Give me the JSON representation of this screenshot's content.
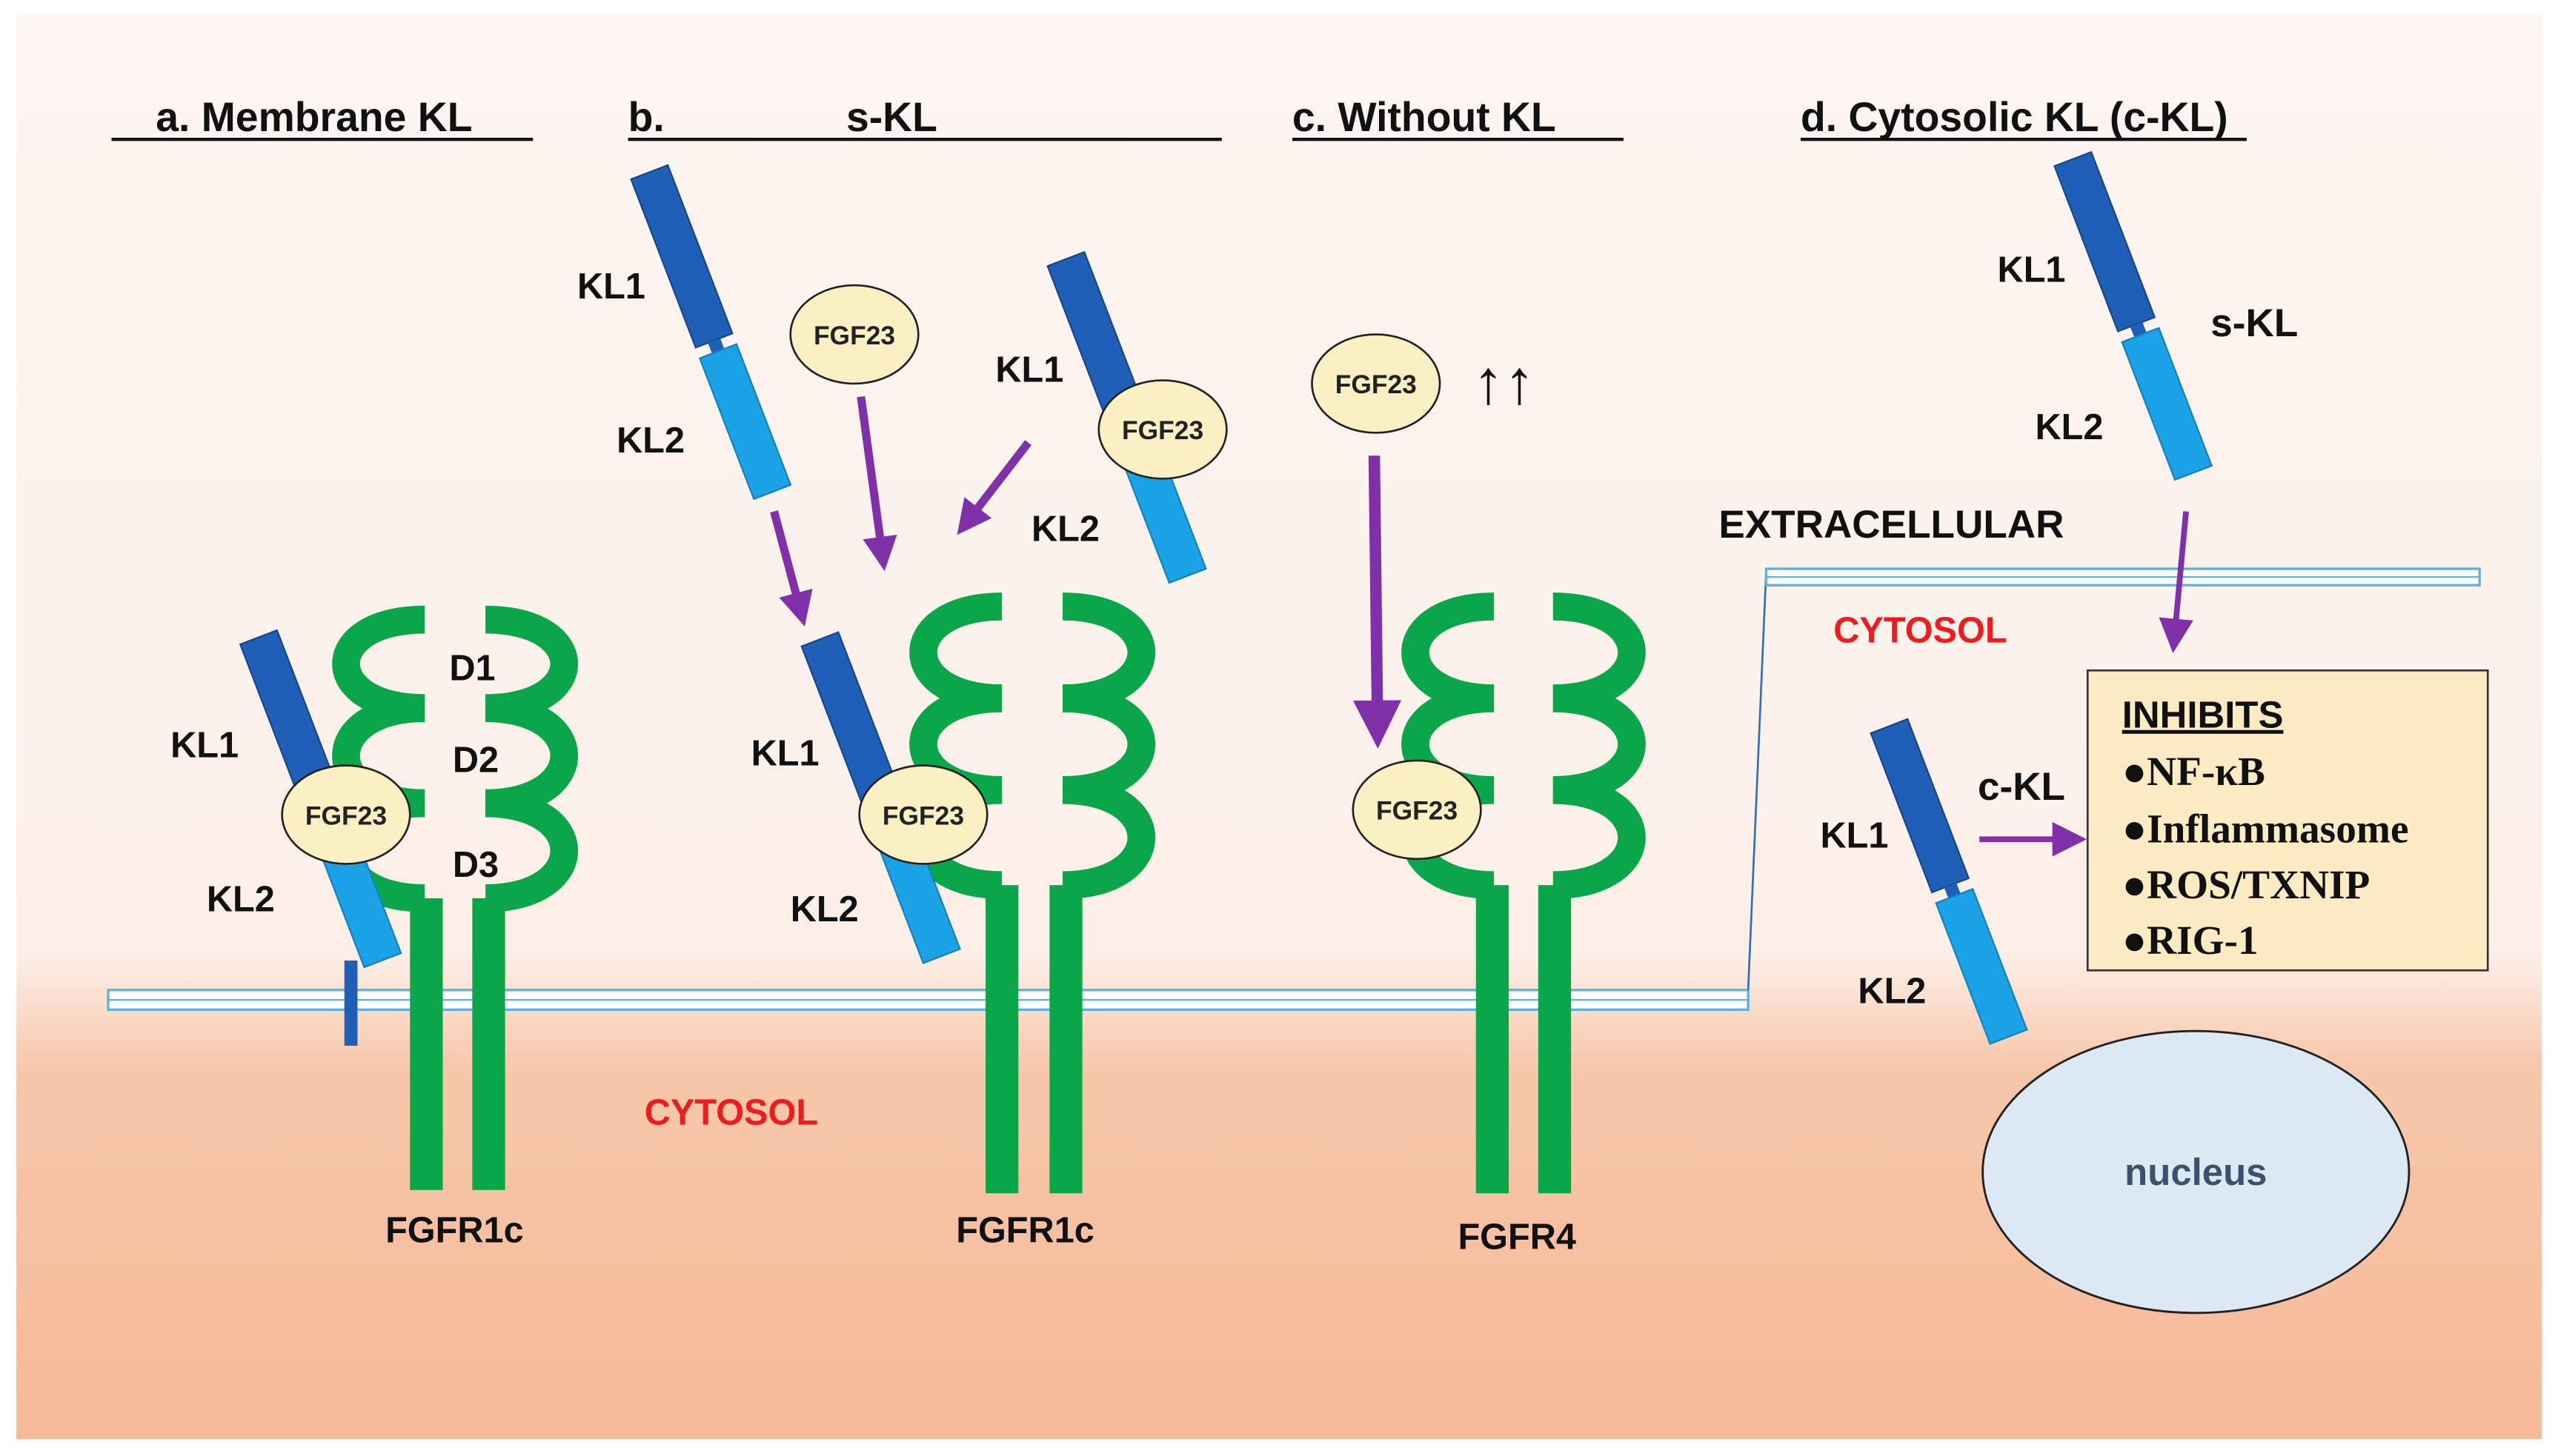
{
  "panels": {
    "a": {
      "title": "a.   Membrane KL"
    },
    "b": {
      "title_letter": "b.",
      "title_label": "s-KL"
    },
    "c": {
      "title": "c. Without KL"
    },
    "d": {
      "title": "d. Cytosolic KL (c-KL)"
    }
  },
  "domains": {
    "kl1": "KL1",
    "kl2": "KL2"
  },
  "ligand": "FGF23",
  "receptor_domains": [
    "D1",
    "D2",
    "D3"
  ],
  "receptors": {
    "a": "FGFR1c",
    "b": "FGFR1c",
    "c": "FGFR4"
  },
  "increase_marker": "↑↑",
  "regions": {
    "extracellular": "EXTRACELLULAR",
    "cytosol": "CYTOSOL",
    "nucleus": "nucleus"
  },
  "labels": {
    "s_kl": "s-KL",
    "c_kl": "c-KL"
  },
  "inhibits": {
    "title": "INHIBITS",
    "items": [
      "●NF-κB",
      "●Inflammasome",
      "●ROS/TXNIP",
      "●RIG-1"
    ]
  },
  "colors": {
    "kl1": "#1f5fb8",
    "kl2": "#1ba3e8",
    "receptor": "#0aa64a",
    "fgf23_fill": "#fbf0c4",
    "arrow": "#8030a8",
    "cytosol_text": "#ee1c1c",
    "nucleus_fill": "#dde9f2",
    "inhibits_fill": "#fdebc4"
  }
}
